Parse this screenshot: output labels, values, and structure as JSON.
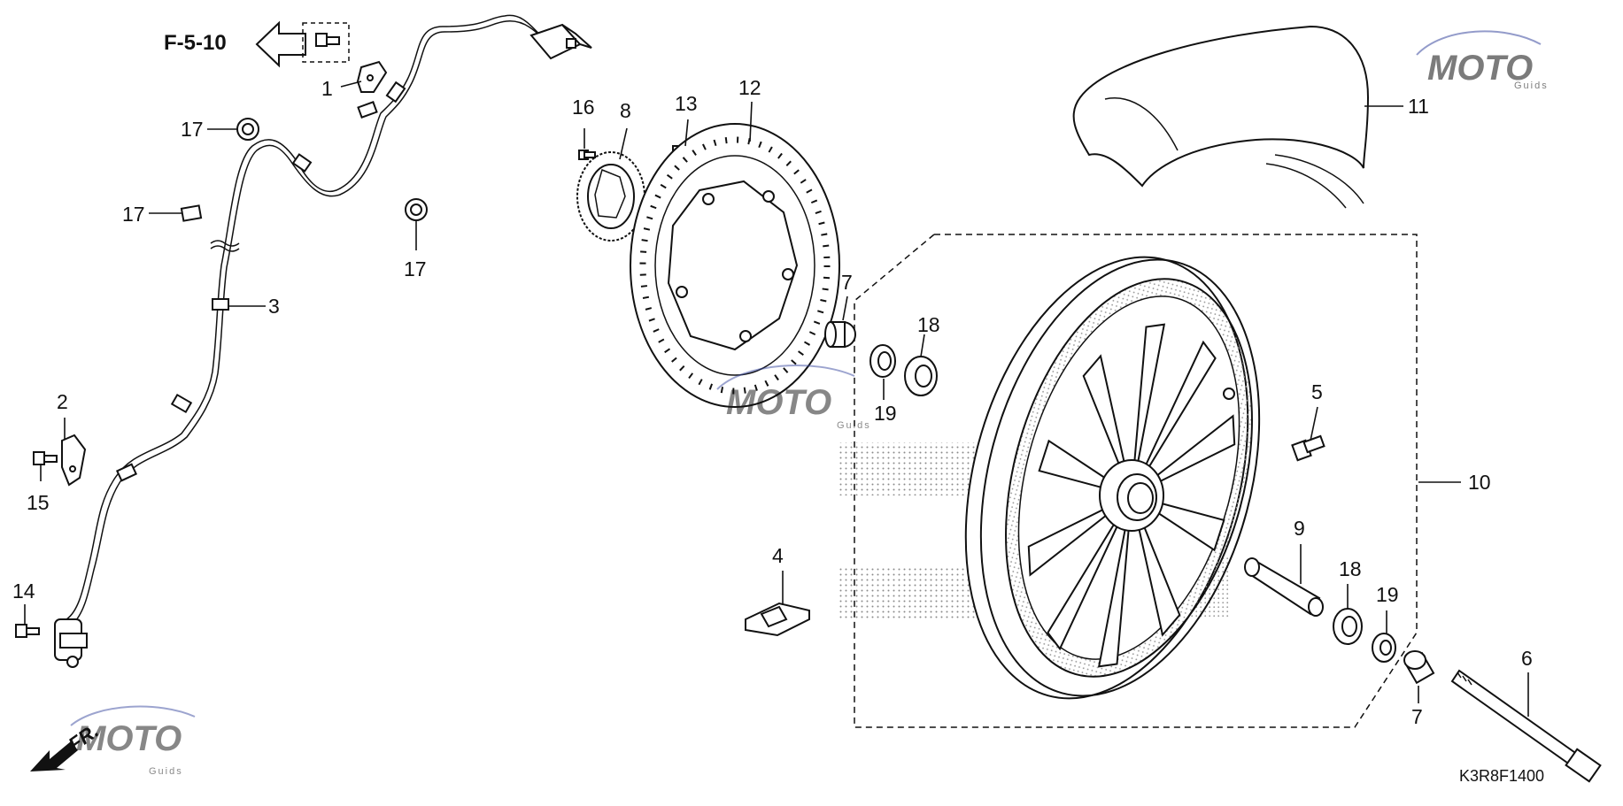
{
  "diagram": {
    "reference_label": "F-5-10",
    "diagram_code": "K3R8F1400",
    "direction_label": "FR.",
    "watermark": {
      "text": "MOTO",
      "subtext": "Guids"
    },
    "part_numbers": {
      "p1": "1",
      "p2": "2",
      "p3": "3",
      "p4": "4",
      "p5": "5",
      "p6": "6",
      "p7a": "7",
      "p7b": "7",
      "p8": "8",
      "p9": "9",
      "p10": "10",
      "p11": "11",
      "p12": "12",
      "p13": "13",
      "p14": "14",
      "p15": "15",
      "p16": "16",
      "p17a": "17",
      "p17b": "17",
      "p17c": "17",
      "p18a": "18",
      "p18b": "18",
      "p19a": "19",
      "p19b": "19"
    },
    "colors": {
      "line": "#111111",
      "watermark_red": "#c8323c",
      "watermark_blue": "#3c4ba0",
      "watermark_gray": "#8a8a8a"
    }
  }
}
